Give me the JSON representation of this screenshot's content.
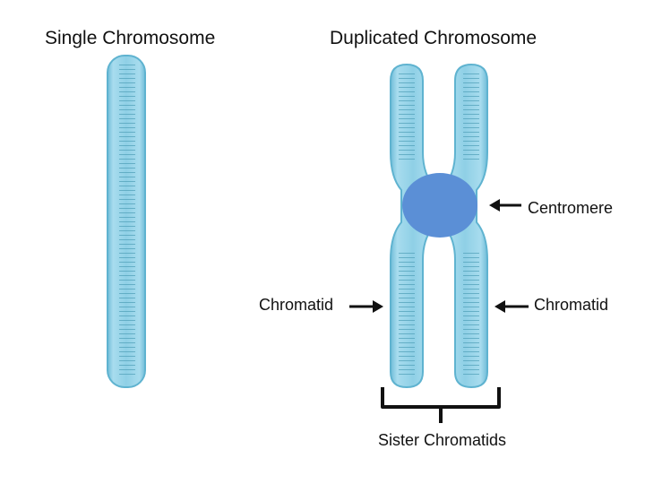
{
  "titles": {
    "single": "Single Chromosome",
    "duplicated": "Duplicated Chromosome"
  },
  "labels": {
    "centromere": "Centromere",
    "chromatid_left": "Chromatid",
    "chromatid_right": "Chromatid",
    "sister_chromatids": "Sister Chromatids"
  },
  "colors": {
    "chromosome_fill": "#8fd0e6",
    "chromosome_edge": "#5fb3d0",
    "band_line": "#4f9fb8",
    "centromere": "#5b8fd6",
    "arrow": "#111111"
  }
}
